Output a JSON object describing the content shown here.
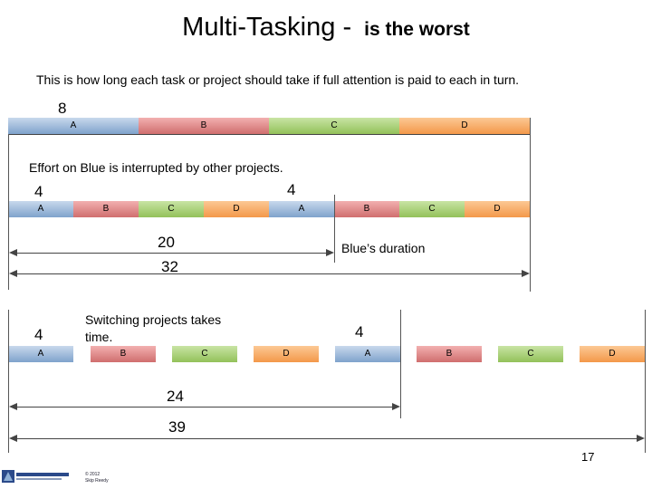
{
  "title": {
    "main": "Multi-Tasking -",
    "sub": "is the worst"
  },
  "intro_text": "This is how long each task or project should take if full attention is paid to each in turn.",
  "section1": {
    "duration_label": "8",
    "bars": [
      "A",
      "B",
      "C",
      "D"
    ]
  },
  "section2": {
    "note": "Effort on Blue is interrupted by other projects.",
    "first_label": "4",
    "second_label": "4",
    "bars": [
      "A",
      "B",
      "C",
      "D",
      "A",
      "B",
      "C",
      "D"
    ],
    "blue_duration_value": "20",
    "blue_duration_label": "Blue’s duration",
    "total_value": "32"
  },
  "section3": {
    "note": "Switching projects takes time.",
    "first_label": "4",
    "second_label": "4",
    "bars": [
      "A",
      "B",
      "C",
      "D",
      "A",
      "B",
      "C",
      "D"
    ],
    "blue_duration_value": "24",
    "total_value": "39"
  },
  "footer": {
    "page_number": "17",
    "copyright": "© 2012",
    "author": "Skip Reedy"
  },
  "colors": {
    "A": "#8fb0d6",
    "B": "#dc8080",
    "C": "#a4cc6e",
    "D": "#f5a55e"
  }
}
